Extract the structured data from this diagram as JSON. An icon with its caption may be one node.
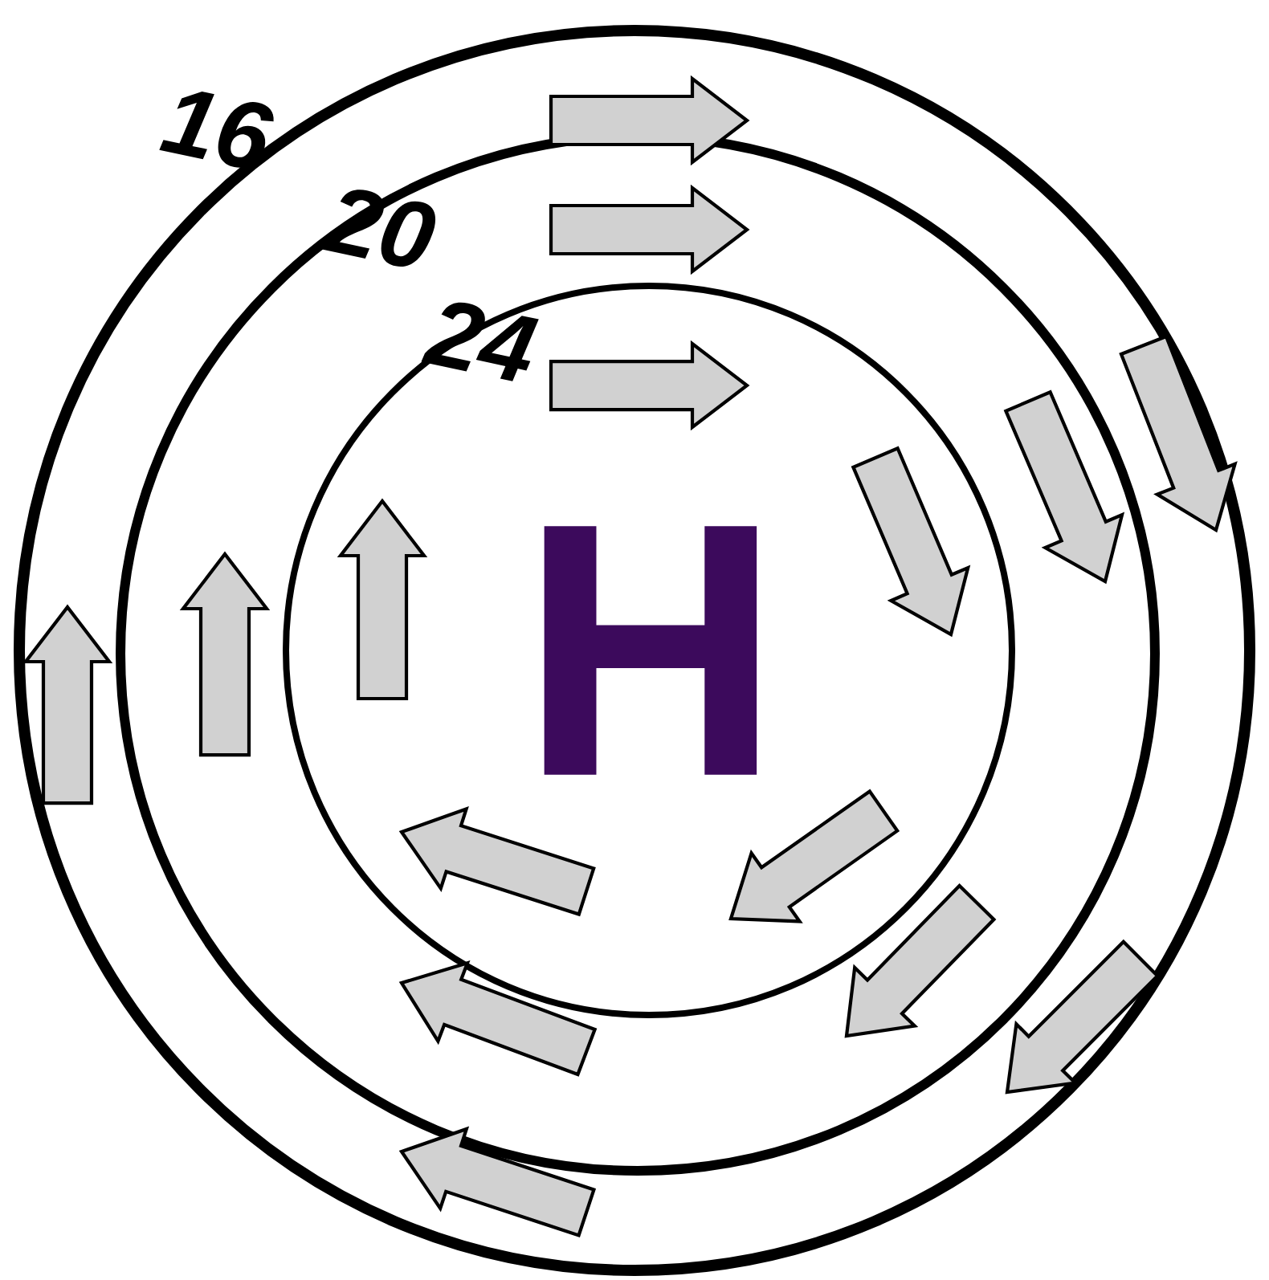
{
  "diagram": {
    "labels": [
      "16",
      "20",
      "24",
      "H"
    ]
  }
}
